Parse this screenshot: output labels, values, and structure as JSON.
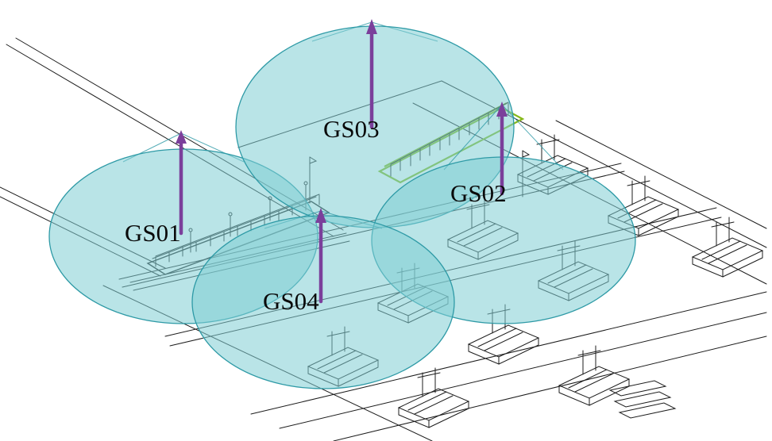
{
  "diagram": {
    "description": "Isometric factory line drawing with four ground-station antennas and their elliptical coverage areas",
    "stations": [
      {
        "id": "gs01",
        "label": "GS01"
      },
      {
        "id": "gs02",
        "label": "GS02"
      },
      {
        "id": "gs03",
        "label": "GS03"
      },
      {
        "id": "gs04",
        "label": "GS04"
      }
    ],
    "colors": {
      "coverage_fill": "#7FCDD3",
      "coverage_outline": "#2E9AA6",
      "antenna": "#7B3F9B",
      "line_art": "#1D1D1D",
      "highlight_rack": "#86B818",
      "background": "#FFFFFF"
    }
  }
}
